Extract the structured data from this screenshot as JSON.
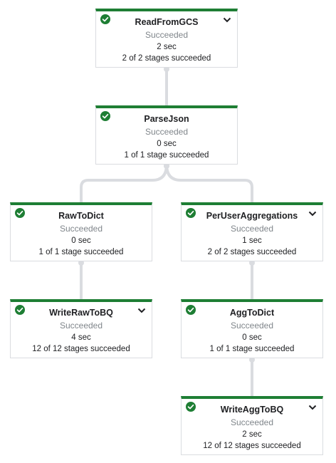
{
  "colors": {
    "success": "#1e7e34",
    "edge": "#dadce0"
  },
  "nodes": [
    {
      "id": "read",
      "title": "ReadFromGCS",
      "status": "Succeeded",
      "duration": "2 sec",
      "stages": "2 of 2 stages succeeded",
      "expandable": true
    },
    {
      "id": "parse",
      "title": "ParseJson",
      "status": "Succeeded",
      "duration": "0 sec",
      "stages": "1 of 1 stage succeeded",
      "expandable": false
    },
    {
      "id": "rawtodict",
      "title": "RawToDict",
      "status": "Succeeded",
      "duration": "0 sec",
      "stages": "1 of 1 stage succeeded",
      "expandable": false
    },
    {
      "id": "peruser",
      "title": "PerUserAggregations",
      "status": "Succeeded",
      "duration": "1 sec",
      "stages": "2 of 2 stages succeeded",
      "expandable": true
    },
    {
      "id": "writeraw",
      "title": "WriteRawToBQ",
      "status": "Succeeded",
      "duration": "4 sec",
      "stages": "12 of 12 stages succeeded",
      "expandable": true
    },
    {
      "id": "aggtodict",
      "title": "AggToDict",
      "status": "Succeeded",
      "duration": "0 sec",
      "stages": "1 of 1 stage succeeded",
      "expandable": false
    },
    {
      "id": "writeagg",
      "title": "WriteAggToBQ",
      "status": "Succeeded",
      "duration": "2 sec",
      "stages": "12 of 12 stages succeeded",
      "expandable": true
    }
  ],
  "edges": [
    {
      "from": "read",
      "to": "parse"
    },
    {
      "from": "parse",
      "to": "rawtodict"
    },
    {
      "from": "parse",
      "to": "peruser"
    },
    {
      "from": "rawtodict",
      "to": "writeraw"
    },
    {
      "from": "peruser",
      "to": "aggtodict"
    },
    {
      "from": "aggtodict",
      "to": "writeagg"
    }
  ]
}
